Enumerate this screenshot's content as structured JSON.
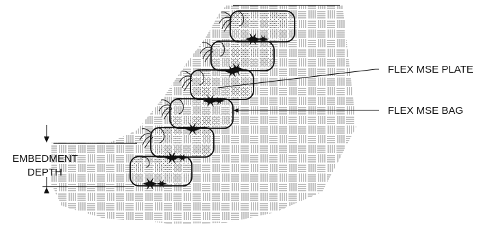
{
  "labels": {
    "plate": "FLEX MSE PLATE",
    "bag": "FLEX MSE BAG",
    "embedment_line1": "EMBEDMENT",
    "embedment_line2": "DEPTH"
  },
  "colors": {
    "ink": "#111111",
    "background": "#ffffff",
    "bag_stipple": "#555555",
    "soil_hatch": "#666666"
  },
  "bags": [
    {
      "course": 1,
      "position": "bottom"
    },
    {
      "course": 2
    },
    {
      "course": 3
    },
    {
      "course": 4
    },
    {
      "course": 5
    },
    {
      "course": 6,
      "position": "top"
    }
  ],
  "icons": [
    "stake-icon",
    "seed-tuft-icon",
    "dimension-arrow-icon"
  ]
}
